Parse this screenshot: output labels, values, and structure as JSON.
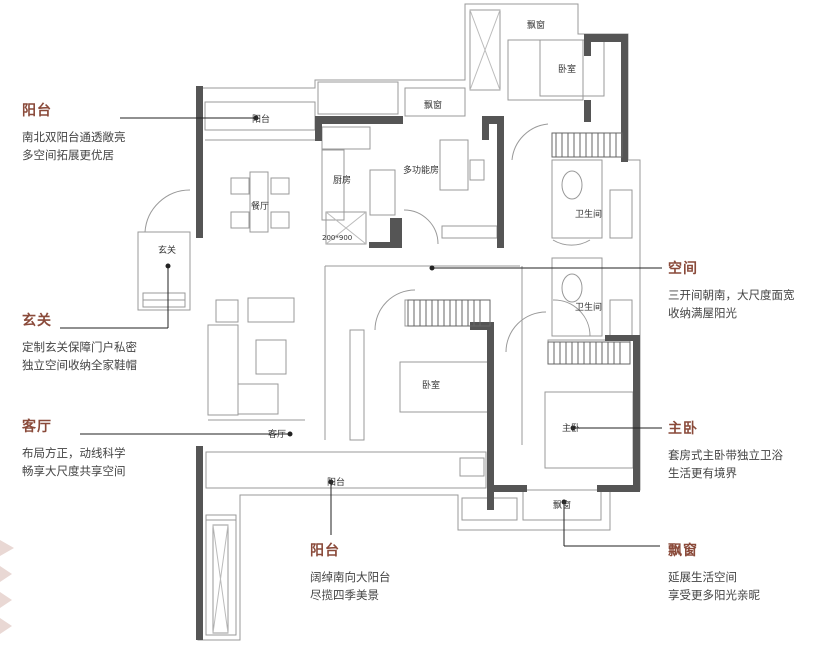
{
  "annotations": {
    "balcony_north": {
      "title": "阳台",
      "lines": [
        "南北双阳台通透敞亮",
        "多空间拓展更优居"
      ]
    },
    "entrance": {
      "title": "玄关",
      "lines": [
        "定制玄关保障门户私密",
        "独立空间收纳全家鞋帽"
      ]
    },
    "living": {
      "title": "客厅",
      "lines": [
        "布局方正，动线科学",
        "畅享大尺度共享空间"
      ]
    },
    "balcony_south": {
      "title": "阳台",
      "lines": [
        "阔绰南向大阳台",
        "尽揽四季美景"
      ]
    },
    "space": {
      "title": "空间",
      "lines": [
        "三开间朝南，大尺度面宽",
        "收纳满屋阳光"
      ]
    },
    "master": {
      "title": "主卧",
      "lines": [
        "套房式主卧带独立卫浴",
        "生活更有境界"
      ]
    },
    "bay": {
      "title": "飘窗",
      "lines": [
        "延展生活空间",
        "享受更多阳光亲昵"
      ]
    }
  },
  "rooms": {
    "balcony_top": "阳台",
    "dining": "餐厅",
    "kitchen": "厨房",
    "multi": "多功能房",
    "bay_top": "飘窗",
    "bay_top_right": "飘窗",
    "bedroom_top": "卧室",
    "bath1": "卫生间",
    "bath2": "卫生间",
    "entrance": "玄关",
    "bedroom_mid": "卧室",
    "master": "主卧",
    "living": "客厅",
    "balcony_bottom": "阳台",
    "bay_bottom": "飘窗",
    "kitchen_note": "200*900"
  }
}
